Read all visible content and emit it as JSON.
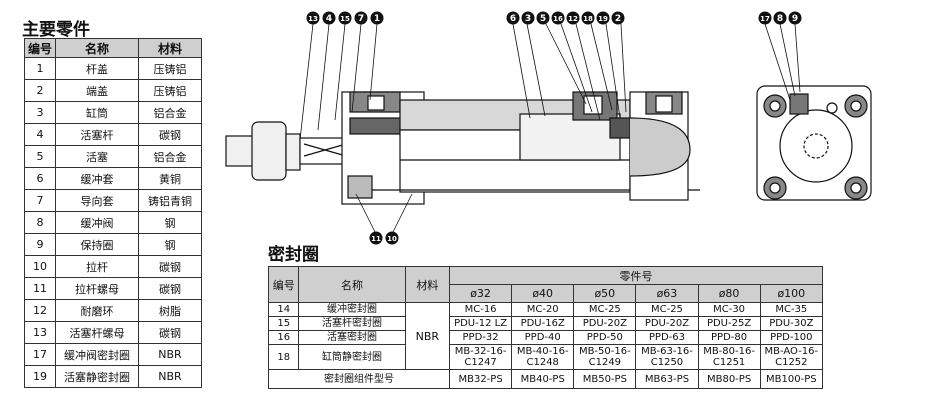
{
  "parts": {
    "title": "主要零件",
    "headers": [
      "编号",
      "名称",
      "材料"
    ],
    "rows": [
      [
        "1",
        "杆盖",
        "压铸铝"
      ],
      [
        "2",
        "端盖",
        "压铸铝"
      ],
      [
        "3",
        "缸筒",
        "铝合金"
      ],
      [
        "4",
        "活塞杆",
        "碳钢"
      ],
      [
        "5",
        "活塞",
        "铝合金"
      ],
      [
        "6",
        "缓冲套",
        "黄铜"
      ],
      [
        "7",
        "导向套",
        "铸铝青铜"
      ],
      [
        "8",
        "缓冲阀",
        "钢"
      ],
      [
        "9",
        "保持圈",
        "钢"
      ],
      [
        "10",
        "拉杆",
        "碳钢"
      ],
      [
        "11",
        "拉杆螺母",
        "碳钢"
      ],
      [
        "12",
        "耐磨环",
        "树脂"
      ],
      [
        "13",
        "活塞杆螺母",
        "碳钢"
      ],
      [
        "17",
        "缓冲阀密封圈",
        "NBR"
      ],
      [
        "19",
        "活塞静密封圈",
        "NBR"
      ]
    ]
  },
  "seals": {
    "title": "密封圈",
    "headers": {
      "no": "编号",
      "name": "名称",
      "material": "材料",
      "part_no": "零件号"
    },
    "bores": [
      "ø32",
      "ø40",
      "ø50",
      "ø63",
      "ø80",
      "ø100"
    ],
    "material": "NBR",
    "rows": [
      {
        "no": "14",
        "name": "缓冲密封圈",
        "parts": [
          "MC-16",
          "MC-20",
          "MC-25",
          "MC-25",
          "MC-30",
          "MC-35"
        ]
      },
      {
        "no": "15",
        "name": "活塞杆密封圈",
        "parts": [
          "PDU-12 LZ",
          "PDU-16Z",
          "PDU-20Z",
          "PDU-20Z",
          "PDU-25Z",
          "PDU-30Z"
        ]
      },
      {
        "no": "16",
        "name": "活塞密封圈",
        "parts": [
          "PPD-32",
          "PPD-40",
          "PPD-50",
          "PPD-63",
          "PPD-80",
          "PPD-100"
        ]
      },
      {
        "no": "18",
        "name": "缸筒静密封圈",
        "parts": [
          "MB-32-16-\nC1247",
          "MB-40-16-\nC1248",
          "MB-50-16-\nC1249",
          "MB-63-16-\nC1250",
          "MB-80-16-\nC1251",
          "MB-AO-16-\nC1252"
        ]
      }
    ],
    "kit_label": "密封圈组件型号",
    "kits": [
      "MB32-PS",
      "MB40-PS",
      "MB50-PS",
      "MB63-PS",
      "MB80-PS",
      "MB100-PS"
    ]
  },
  "callouts": {
    "top_left": [
      "13",
      "4",
      "15",
      "7",
      "1"
    ],
    "top_right": [
      "6",
      "3",
      "5",
      "16",
      "12",
      "18",
      "19",
      "2"
    ],
    "bottom": [
      "11",
      "10"
    ],
    "end_view": [
      "17",
      "8",
      "9"
    ]
  }
}
